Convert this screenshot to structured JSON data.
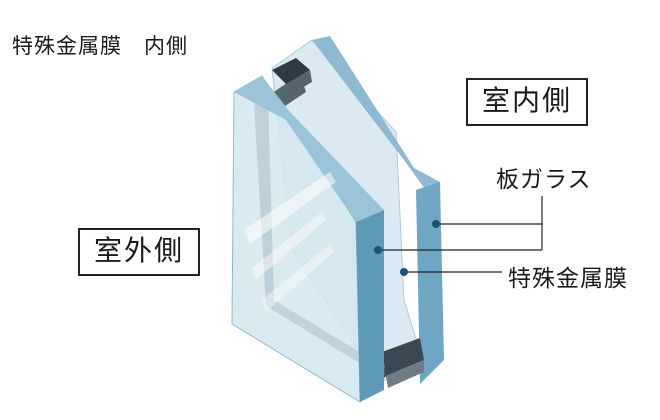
{
  "diagram": {
    "caption": "特殊金属膜　内側",
    "labels": {
      "indoor_side": "室内側",
      "outdoor_side": "室外側",
      "sheet_glass": "板ガラス",
      "special_metal_film": "特殊金属膜"
    },
    "colors": {
      "glass_face": "#cfe3ee",
      "glass_face_light": "#e4f0f6",
      "glass_edge": "#6ea6c4",
      "glass_top": "#9cc4d8",
      "spacer_dark": "#4a5b66",
      "spacer_frame": "#3c4c56",
      "callout_line": "#222222",
      "callout_dot": "#1f4f73"
    }
  }
}
